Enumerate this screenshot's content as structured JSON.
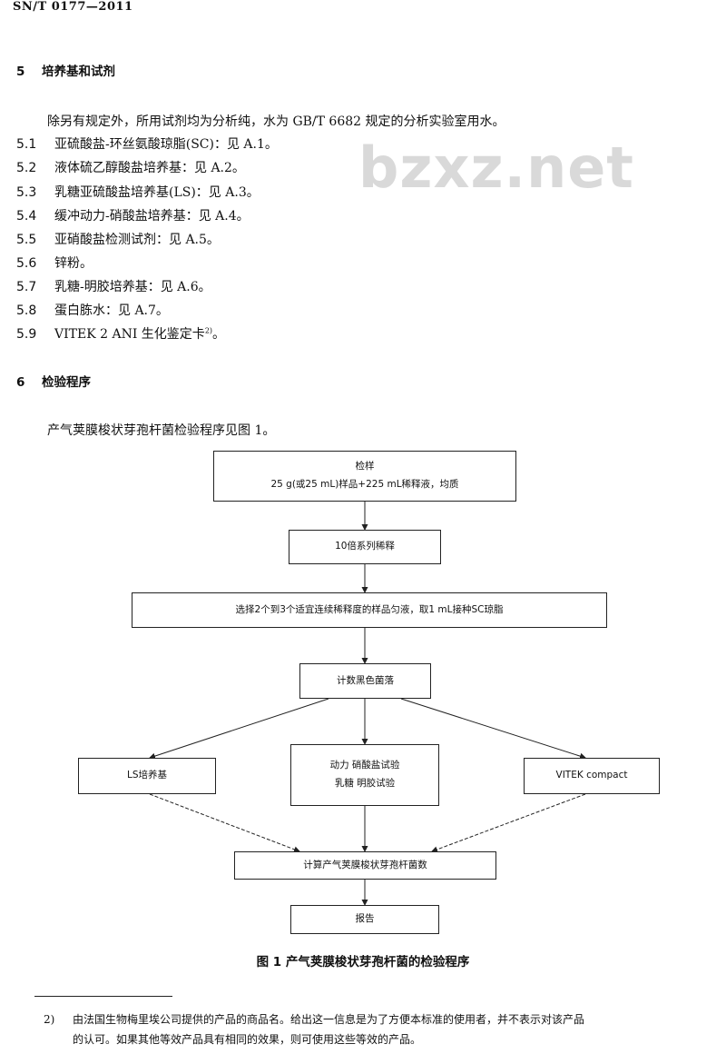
{
  "header": {
    "code": "SN/T 0177—2011"
  },
  "watermark": "bzxz.net",
  "section5": {
    "num": "5",
    "title": "培养基和试剂",
    "intro": "除另有规定外，所用试剂均为分析纯，水为 GB/T 6682 规定的分析实验室用水。",
    "items": [
      {
        "num": "5.1",
        "text": "亚硫酸盐-环丝氨酸琼脂(SC)：见 A.1。"
      },
      {
        "num": "5.2",
        "text": "液体硫乙醇酸盐培养基：见 A.2。"
      },
      {
        "num": "5.3",
        "text": "乳糖亚硫酸盐培养基(LS)：见 A.3。"
      },
      {
        "num": "5.4",
        "text": "缓冲动力-硝酸盐培养基：见 A.4。"
      },
      {
        "num": "5.5",
        "text": "亚硝酸盐检测试剂：见 A.5。"
      },
      {
        "num": "5.6",
        "text": "锌粉。"
      },
      {
        "num": "5.7",
        "text": "乳糖-明胶培养基：见 A.6。"
      },
      {
        "num": "5.8",
        "text": "蛋白胨水：见 A.7。"
      },
      {
        "num": "5.9",
        "text": "VITEK 2 ANI 生化鉴定卡",
        "sup": "2)",
        "tail": "。"
      }
    ]
  },
  "section6": {
    "num": "6",
    "title": "检验程序",
    "intro": "产气荚膜梭状芽孢杆菌检验程序见图 1。"
  },
  "flowchart": {
    "sampling_title": "检样",
    "sampling_detail": "25 g(或25 mL)样品+225 mL稀释液，均质",
    "dilution": "10倍系列稀释",
    "select": "选择2个到3个适宜连续稀释度的样品匀液，取1 mL接种SC琼脂",
    "count": "计数黑色菌落",
    "ls": "LS培养基",
    "motility": "动力 硝酸盐试验",
    "lactose": "乳糖 明胶试验",
    "vitek": "VITEK compact",
    "calc": "计算产气荚膜梭状芽孢杆菌数",
    "report": "报告"
  },
  "figure_caption": "图 1   产气荚膜梭状芽孢杆菌的检验程序",
  "footnote": {
    "num": "2)",
    "line1": "由法国生物梅里埃公司提供的产品的商品名。给出这一信息是为了方便本标准的使用者，并不表示对该产品",
    "line2": "的认可。如果其他等效产品具有相同的效果，则可使用这些等效的产品。"
  }
}
